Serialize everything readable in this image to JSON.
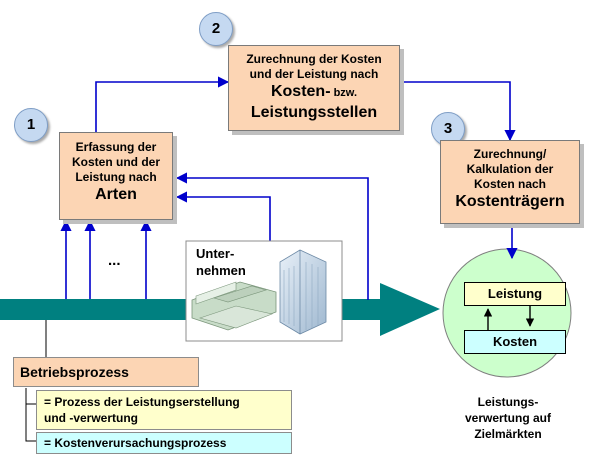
{
  "steps": [
    {
      "num": "1",
      "lines": [
        "Erfassung der",
        "Kosten und der",
        "Leistung nach"
      ],
      "big": [
        "Arten"
      ]
    },
    {
      "num": "2",
      "lines": [
        "Zurechnung der Kosten",
        "und der Leistung nach"
      ],
      "big_a": "Kosten-",
      "big_a_suffix": " bzw.",
      "big_b": "Leistungsstellen"
    },
    {
      "num": "3",
      "lines": [
        "Zurechnung/",
        "Kalkulation der",
        "Kosten nach"
      ],
      "big": [
        "Kostenträgern"
      ]
    }
  ],
  "dots": "...",
  "company": {
    "label_line1": "Unter-",
    "label_line2": "nehmen"
  },
  "market": {
    "leistung": "Leistung",
    "kosten": "Kosten",
    "caption": [
      "Leistungs-",
      "verwertung auf",
      "Zielmärkten"
    ]
  },
  "legend": {
    "title": "Betriebsprozess",
    "item1_line1": "= Prozess der Leistungserstellung",
    "item1_line2": "und -verwertung",
    "item2": "= Kostenverursachungsprozess"
  },
  "colors": {
    "box_fill": "#fcd5b4",
    "arrow_blue": "#0000cc",
    "process_teal": "#008080",
    "circle_green": "#ccffcc",
    "legend_yellow": "#ffffcc",
    "legend_cyan": "#ccffff",
    "number_circle": "#c5d9f1"
  }
}
